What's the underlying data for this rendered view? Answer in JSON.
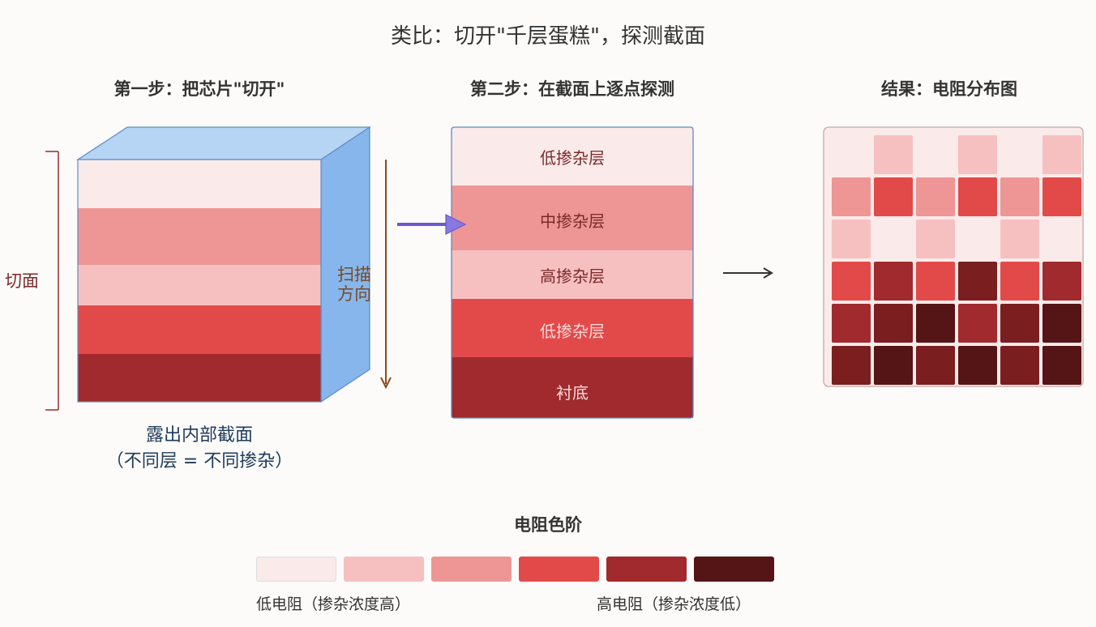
{
  "title": "类比：切开\"千层蛋糕\"，探测截面",
  "steps": {
    "step1": "第一步：把芯片\"切开\"",
    "step2": "第二步：在截面上逐点探测",
    "result": "结果：电阻分布图"
  },
  "block": {
    "section_label": "切面",
    "scan_label_1": "扫描",
    "scan_label_2": "方向",
    "caption_1": "露出内部截面",
    "caption_2": "（不同层 = 不同掺杂）"
  },
  "slice": {
    "layers": [
      {
        "label": "低掺杂层",
        "color": "#fbeaea",
        "text_color": "#7a2a2a"
      },
      {
        "label": "中掺杂层",
        "color": "#ee9696",
        "text_color": "#7a2a2a"
      },
      {
        "label": "高掺杂层",
        "color": "#f6c0c0",
        "text_color": "#7a2a2a"
      },
      {
        "label": "低掺杂层",
        "color": "#e24a4a",
        "text_color": "#f8dada"
      },
      {
        "label": "衬底",
        "color": "#a02a2d",
        "text_color": "#f8dada"
      }
    ]
  },
  "resistance_map": {
    "grid": [
      [
        0,
        1,
        0,
        1,
        0,
        1
      ],
      [
        2,
        3,
        2,
        3,
        2,
        3
      ],
      [
        1,
        0,
        1,
        0,
        1,
        0
      ],
      [
        3,
        4,
        3,
        5,
        3,
        4
      ],
      [
        4,
        5,
        6,
        4,
        5,
        6
      ],
      [
        5,
        6,
        5,
        6,
        5,
        6
      ]
    ]
  },
  "palette": [
    "#fbeaea",
    "#f6c0c0",
    "#ee9696",
    "#e24a4a",
    "#a02a2d",
    "#7a1e1f",
    "#551415"
  ],
  "legend": {
    "title": "电阻色阶",
    "swatches": [
      "#fbeaea",
      "#f6c0c0",
      "#ee9696",
      "#e24a4a",
      "#a02a2d",
      "#551415"
    ],
    "low_label": "低电阻（掺杂浓度高）",
    "high_label": "高电阻（掺杂浓度低）"
  }
}
